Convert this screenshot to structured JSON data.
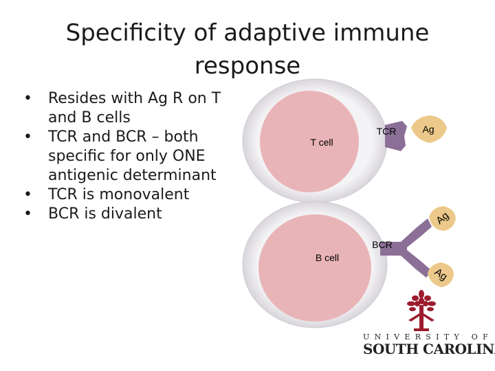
{
  "slide": {
    "title": "Specificity of adaptive immune response",
    "bullets": [
      "Resides with Ag R on T and B cells",
      "TCR and BCR – both specific for only ONE antigenic determinant",
      "TCR is monovalent",
      "BCR is divalent"
    ]
  },
  "diagram": {
    "t_cell_label": "T cell",
    "tcr_label": "TCR",
    "ag_label_top": "Ag",
    "b_cell_label": "B cell",
    "bcr_label": "BCR",
    "ag_label_bcr_upper": "Ag",
    "ag_label_bcr_lower": "Ag",
    "colors": {
      "cell_membrane": "#e8e6ea",
      "cell_interior": "#e9b4b7",
      "receptor": "#8b6f96",
      "antigen": "#ecc98a"
    }
  },
  "logo": {
    "line1": "UNIVERSITY OF",
    "line2": "SOUTH CAROLINA",
    "icon": "palmetto-tree-icon",
    "color": "#9c1c2e"
  }
}
